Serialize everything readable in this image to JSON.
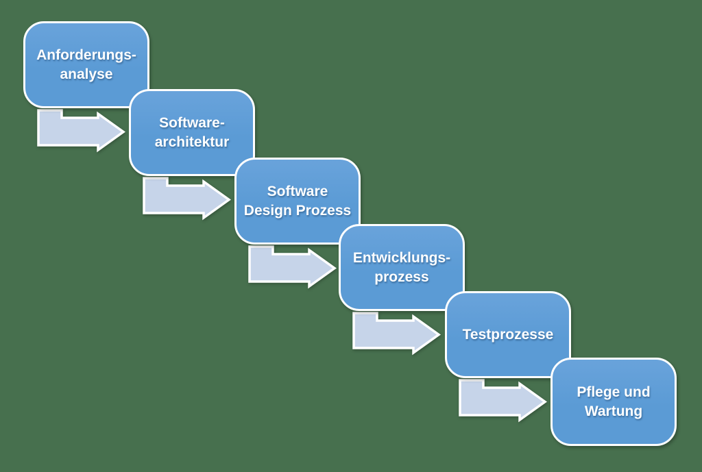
{
  "diagram": {
    "type": "step-down-process",
    "language": "de",
    "steps": [
      {
        "label": "Anforderungs-\nanalyse"
      },
      {
        "label": "Software-\narchitektur"
      },
      {
        "label": "Software\nDesign Prozess"
      },
      {
        "label": "Entwicklungs-\nprozess"
      },
      {
        "label": "Testprozesse"
      },
      {
        "label": "Pflege und\nWartung"
      }
    ],
    "connector": "right-arrow"
  },
  "colors": {
    "background": "#47704E",
    "box_fill": "#5B9BD5",
    "box_fill_light": "#69A3DB",
    "box_border": "#FFFFFF",
    "arrow_fill": "#C6D4E9",
    "arrow_border": "#FFFFFF",
    "text": "#FFFFFF"
  }
}
